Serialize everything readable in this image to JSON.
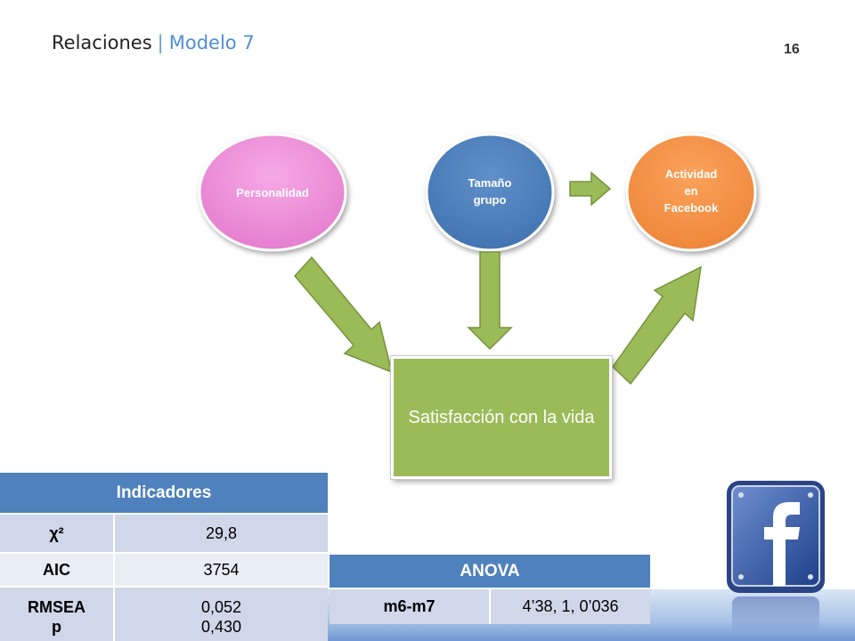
{
  "header": {
    "title": "Relaciones",
    "separator": "|",
    "subtitle": "Modelo 7",
    "page_number": "16"
  },
  "diagram": {
    "nodes": {
      "personalidad": "Personalidad",
      "tamano_line1": "Tamaño",
      "tamano_line2": "grupo",
      "actividad_line1": "Actividad",
      "actividad_line2": "en",
      "actividad_line3": "Facebook",
      "satisfaccion": "Satisfacción con la vida"
    },
    "colors": {
      "personalidad": "#ee8ad7",
      "tamano": "#4f81bd",
      "actividad": "#f79646",
      "satisfaccion": "#9bbb59",
      "arrow": "#9bbb59"
    }
  },
  "indicadores": {
    "header": "Indicadores",
    "rows": [
      {
        "label": "χ²",
        "value": "29,8"
      },
      {
        "label": "AIC",
        "value": "3754"
      },
      {
        "label_1": "RMSEA",
        "label_2": "p",
        "value_1": "0,052",
        "value_2": "0,430"
      }
    ]
  },
  "anova": {
    "header": "ANOVA",
    "row": {
      "label": "m6-m7",
      "value": "4’38,  1,  0’036"
    }
  },
  "logo": {
    "icon": "facebook-icon"
  }
}
